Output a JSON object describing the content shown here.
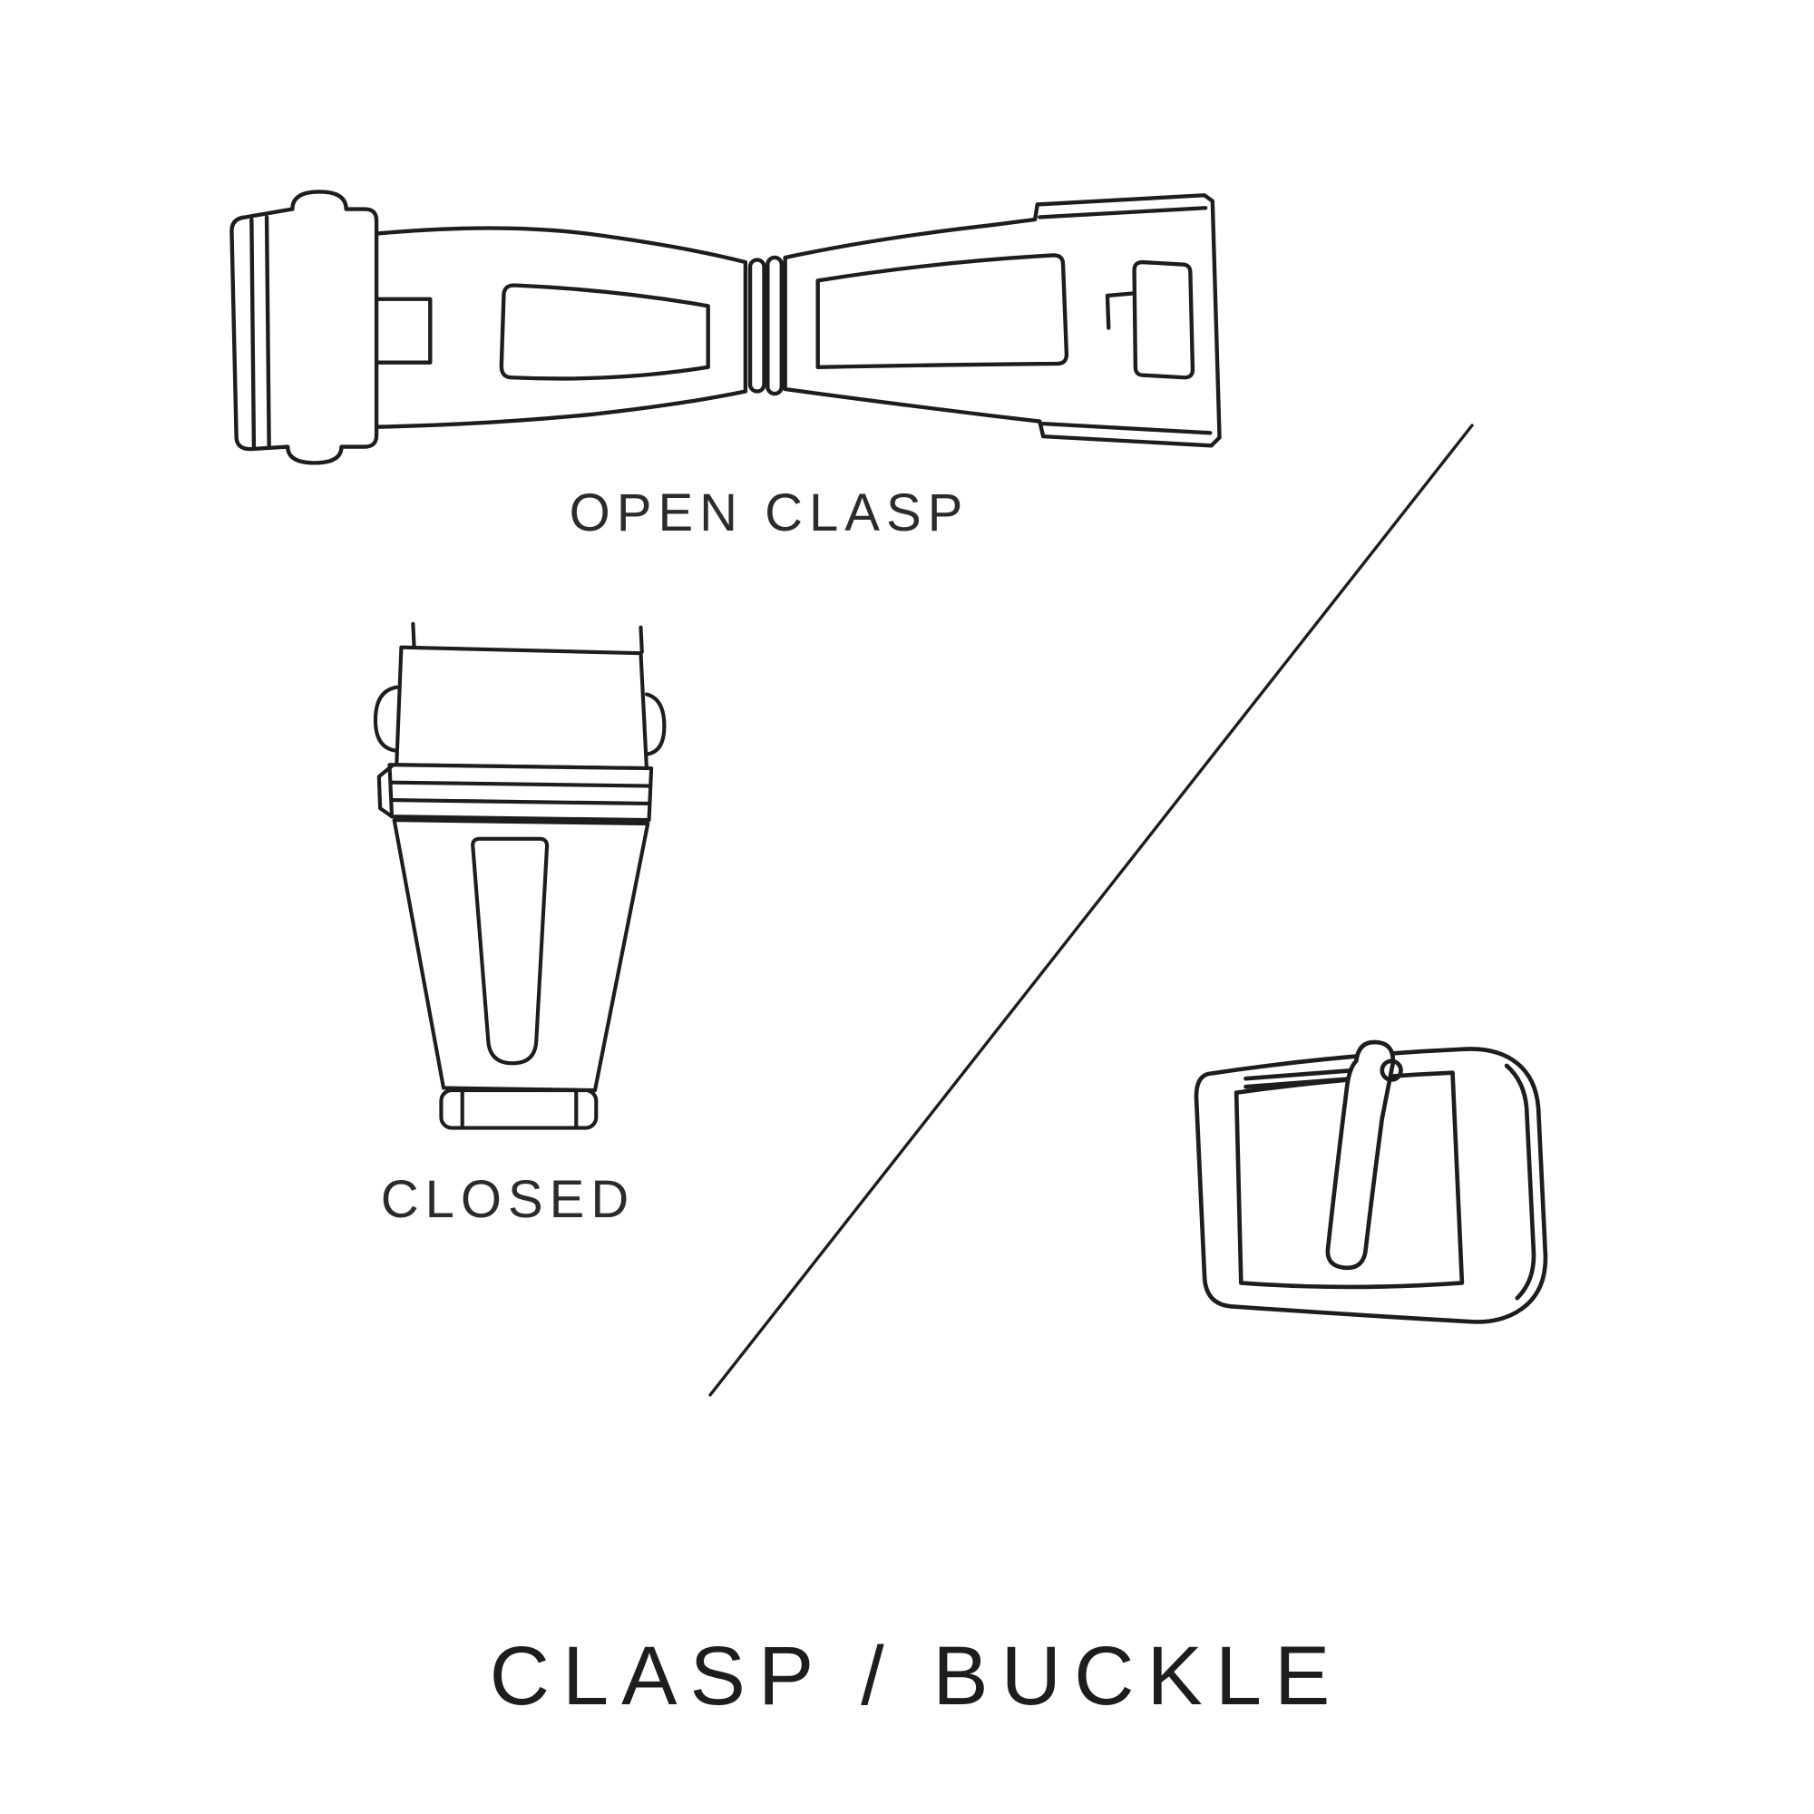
{
  "page": {
    "background": "#ffffff",
    "ink": "#1d1d1d"
  },
  "title": {
    "text": "CLASP / BUCKLE"
  },
  "figures": {
    "open_clasp": {
      "label": "OPEN CLASP",
      "illustration": "open-deployant-clasp-line-art"
    },
    "closed_clasp": {
      "label": "CLOSED",
      "illustration": "closed-deployant-clasp-line-art"
    },
    "buckle": {
      "illustration": "tang-buckle-line-art"
    }
  }
}
